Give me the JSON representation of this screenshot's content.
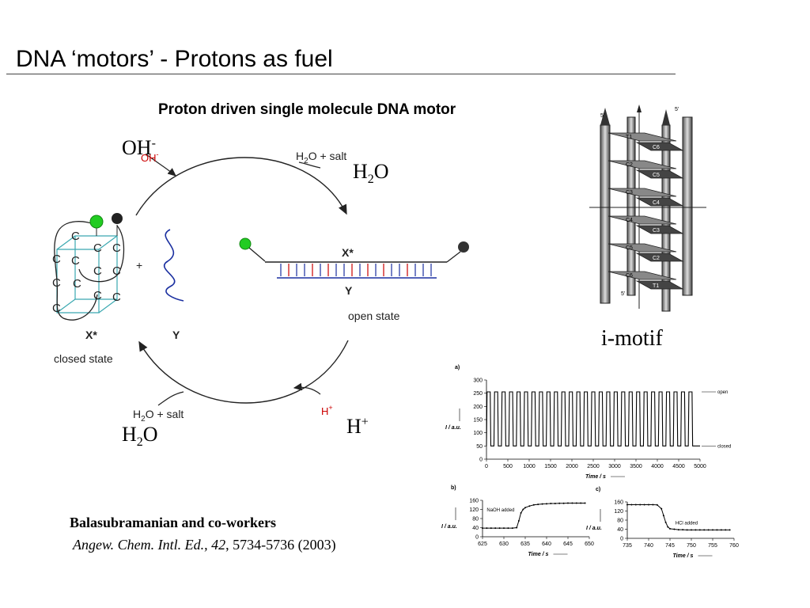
{
  "slide": {
    "title": "DNA ‘motors’  - Protons as fuel",
    "figure_heading": "Proton driven single molecule DNA motor"
  },
  "cycle_diagram": {
    "oh_overlay_base": "OH",
    "oh_overlay_sup": "-",
    "oh_small": "OH",
    "oh_small_sup": "-",
    "h2o_salt_top_a": "H",
    "h2o_salt_top_sub": "2",
    "h2o_salt_top_b": "O + salt",
    "h2o_overlay_top_a": "H",
    "h2o_overlay_top_sub": "2",
    "h2o_overlay_top_b": "O",
    "h2o_salt_bottom_a": "H",
    "h2o_salt_bottom_sub": "2",
    "h2o_salt_bottom_b": "O + salt",
    "h2o_overlay_bottom_a": "H",
    "h2o_overlay_bottom_sub": "2",
    "h2o_overlay_bottom_b": "O",
    "h_small": "H",
    "h_small_sup": "+",
    "h_overlay": "H",
    "h_overlay_sup": "+",
    "c_letter": "C",
    "plus": "+",
    "x_star_left": "X*",
    "y_left": "Y",
    "closed_state": "closed state",
    "x_star_right": "X*",
    "y_right": "Y",
    "open_state": "open state",
    "colors": {
      "green_dye": "#22cc22",
      "quencher": "#222222",
      "red": "#cc0000",
      "blue_strand": "#1a2fa0",
      "teal": "#3aa8b0"
    }
  },
  "imotif": {
    "label": "i-motif",
    "five_prime": "5'",
    "left_pairs": [
      "T1",
      "C2",
      "C3",
      "C4",
      "C5",
      "C6"
    ],
    "right_pairs": [
      "C6",
      "C5",
      "C4",
      "C3",
      "C2",
      "T1"
    ]
  },
  "citation": {
    "authors": "Balasubramanian and co-workers",
    "journal": "Angew. Chem. Intl. Ed., 42",
    "pages": ", 5734-5736 (2003)"
  },
  "chart_data": [
    {
      "type": "line",
      "panel_label": "a)",
      "xlabel": "Time / s",
      "ylabel": "I / a.u.",
      "xlim": [
        0,
        5000
      ],
      "ylim": [
        0,
        300
      ],
      "xticks": [
        "0",
        "500",
        "1000",
        "1500",
        "2000",
        "2500",
        "3000",
        "3500",
        "4000",
        "4500",
        "5000"
      ],
      "yticks": [
        "0",
        "50",
        "100",
        "150",
        "200",
        "250",
        "300"
      ],
      "annotations": [
        "open",
        "closed"
      ],
      "open_level": 255,
      "closed_level": 50,
      "cycles": 28,
      "cycle_start": 0,
      "cycle_end": 4900
    },
    {
      "type": "line",
      "panel_label": "b)",
      "xlabel": "Time / s",
      "ylabel": "I / a.u.",
      "xlim": [
        625,
        650
      ],
      "ylim": [
        0,
        160
      ],
      "xticks": [
        "625",
        "630",
        "635",
        "640",
        "645",
        "650"
      ],
      "yticks": [
        "0",
        "40",
        "80",
        "120",
        "160"
      ],
      "annotation": "NaOH added",
      "x": [
        625,
        626,
        627,
        628,
        629,
        630,
        631,
        632,
        633,
        633.5,
        634,
        634.5,
        635,
        636,
        637,
        638,
        639,
        640,
        641,
        642,
        643,
        644,
        645,
        646,
        647,
        648,
        649
      ],
      "y": [
        38,
        38,
        38,
        38,
        38,
        38,
        38,
        38,
        40,
        70,
        105,
        120,
        128,
        135,
        140,
        142,
        144,
        145,
        146,
        146,
        147,
        147,
        148,
        148,
        148,
        148,
        148
      ]
    },
    {
      "type": "line",
      "panel_label": "c)",
      "xlabel": "Time / s",
      "ylabel": "I / a.u.",
      "xlim": [
        735,
        760
      ],
      "ylim": [
        0,
        160
      ],
      "xticks": [
        "735",
        "740",
        "745",
        "750",
        "755",
        "760"
      ],
      "yticks": [
        "0",
        "40",
        "80",
        "120",
        "160"
      ],
      "annotation": "HCl added",
      "x": [
        735,
        736,
        737,
        738,
        739,
        740,
        741,
        742,
        743,
        743.5,
        744,
        744.5,
        745,
        746,
        747,
        748,
        749,
        750,
        751,
        752,
        753,
        754,
        755,
        756,
        757,
        758,
        759
      ],
      "y": [
        148,
        148,
        148,
        148,
        148,
        148,
        148,
        147,
        130,
        100,
        70,
        50,
        42,
        40,
        38,
        38,
        37,
        37,
        37,
        37,
        37,
        37,
        37,
        37,
        37,
        37,
        37
      ]
    }
  ]
}
